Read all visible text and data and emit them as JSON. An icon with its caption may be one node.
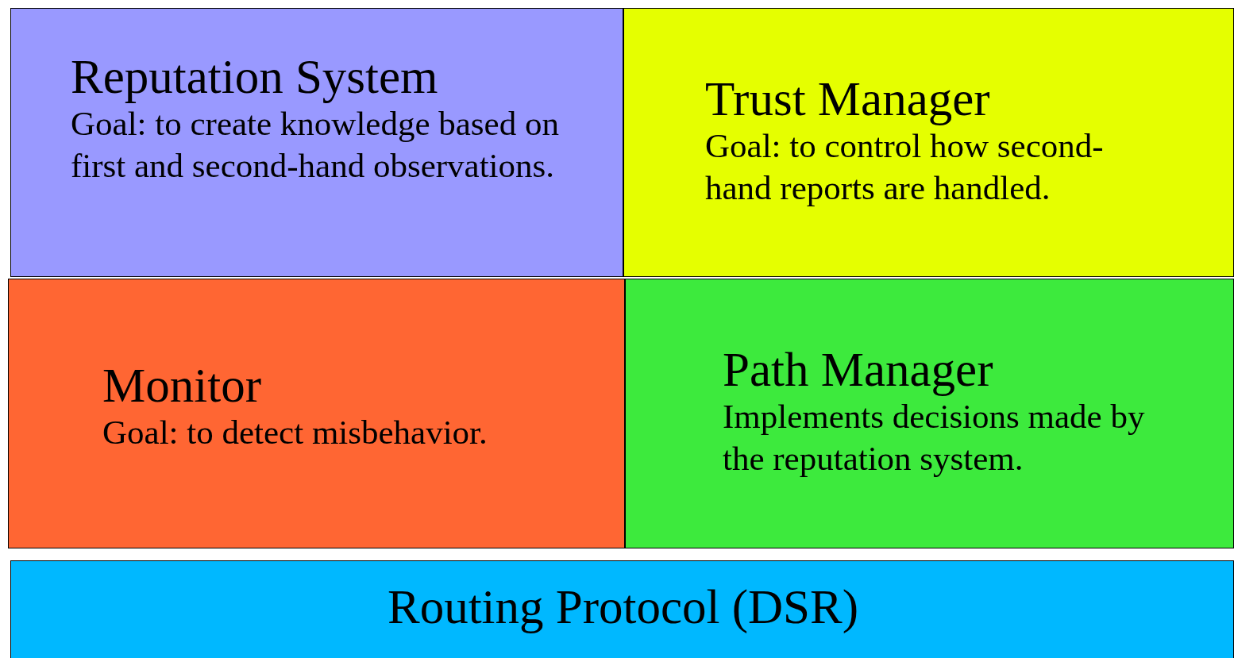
{
  "diagram": {
    "nodes": [
      {
        "text": [
          "Reputation System",
          "Goal: to create knowledge based on first and second-hand observations."
        ]
      },
      {
        "text": [
          "Trust Manager",
          "Goal: to control how second-hand reports are handled."
        ]
      },
      {
        "text": [
          "Monitor",
          "Goal: to detect misbehavior."
        ]
      },
      {
        "text": [
          "Path Manager",
          "Implements decisions made by the reputation system."
        ]
      },
      {
        "text": [
          "Routing Protocol (DSR)"
        ]
      }
    ]
  }
}
